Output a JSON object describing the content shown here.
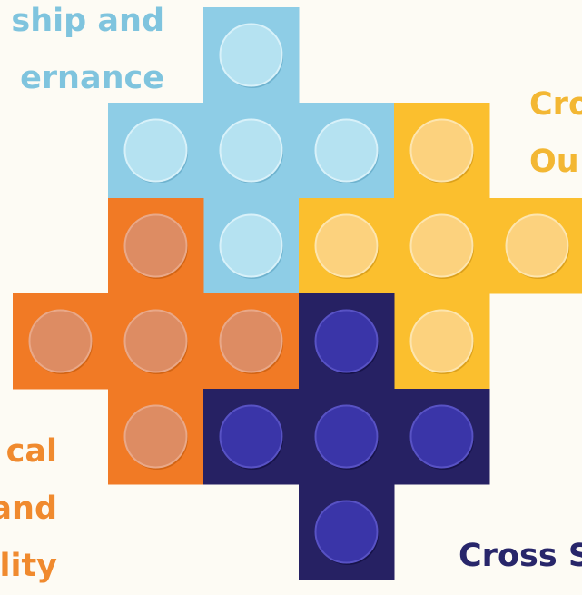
{
  "labels": {
    "leadership": [
      "ship and",
      "ernance"
    ],
    "cross_outcomes": [
      "Cro",
      "Ou"
    ],
    "fiscal": [
      "cal",
      "and",
      "lity"
    ],
    "cross_sector": [
      "Cross S"
    ]
  },
  "pieces": [
    {
      "name": "piece-light-blue",
      "color": "#8ecde6",
      "shadow": "#6fb3cf",
      "stud": "#b5e2f1",
      "stud_rim": "#d8f1f9",
      "cells": [
        [
          0,
          2
        ],
        [
          1,
          1
        ],
        [
          1,
          2
        ],
        [
          1,
          3
        ],
        [
          2,
          2
        ]
      ]
    },
    {
      "name": "piece-yellow",
      "color": "#fbbf2e",
      "shadow": "#dca11c",
      "stud": "#fcd27e",
      "stud_rim": "#fde5ae",
      "cells": [
        [
          1,
          4
        ],
        [
          2,
          3
        ],
        [
          2,
          4
        ],
        [
          2,
          5
        ],
        [
          3,
          4
        ]
      ]
    },
    {
      "name": "piece-orange",
      "color": "#f17a25",
      "shadow": "#d26414",
      "stud": "#dd8c63",
      "stud_rim": "#e9a888",
      "cells": [
        [
          2,
          1
        ],
        [
          3,
          0
        ],
        [
          3,
          1
        ],
        [
          3,
          2
        ],
        [
          4,
          1
        ]
      ]
    },
    {
      "name": "piece-navy",
      "color": "#262163",
      "shadow": "#17134a",
      "stud": "#3a35a8",
      "stud_rim": "#5852c4",
      "cells": [
        [
          3,
          3
        ],
        [
          4,
          2
        ],
        [
          4,
          3
        ],
        [
          4,
          4
        ],
        [
          5,
          3
        ]
      ]
    }
  ]
}
